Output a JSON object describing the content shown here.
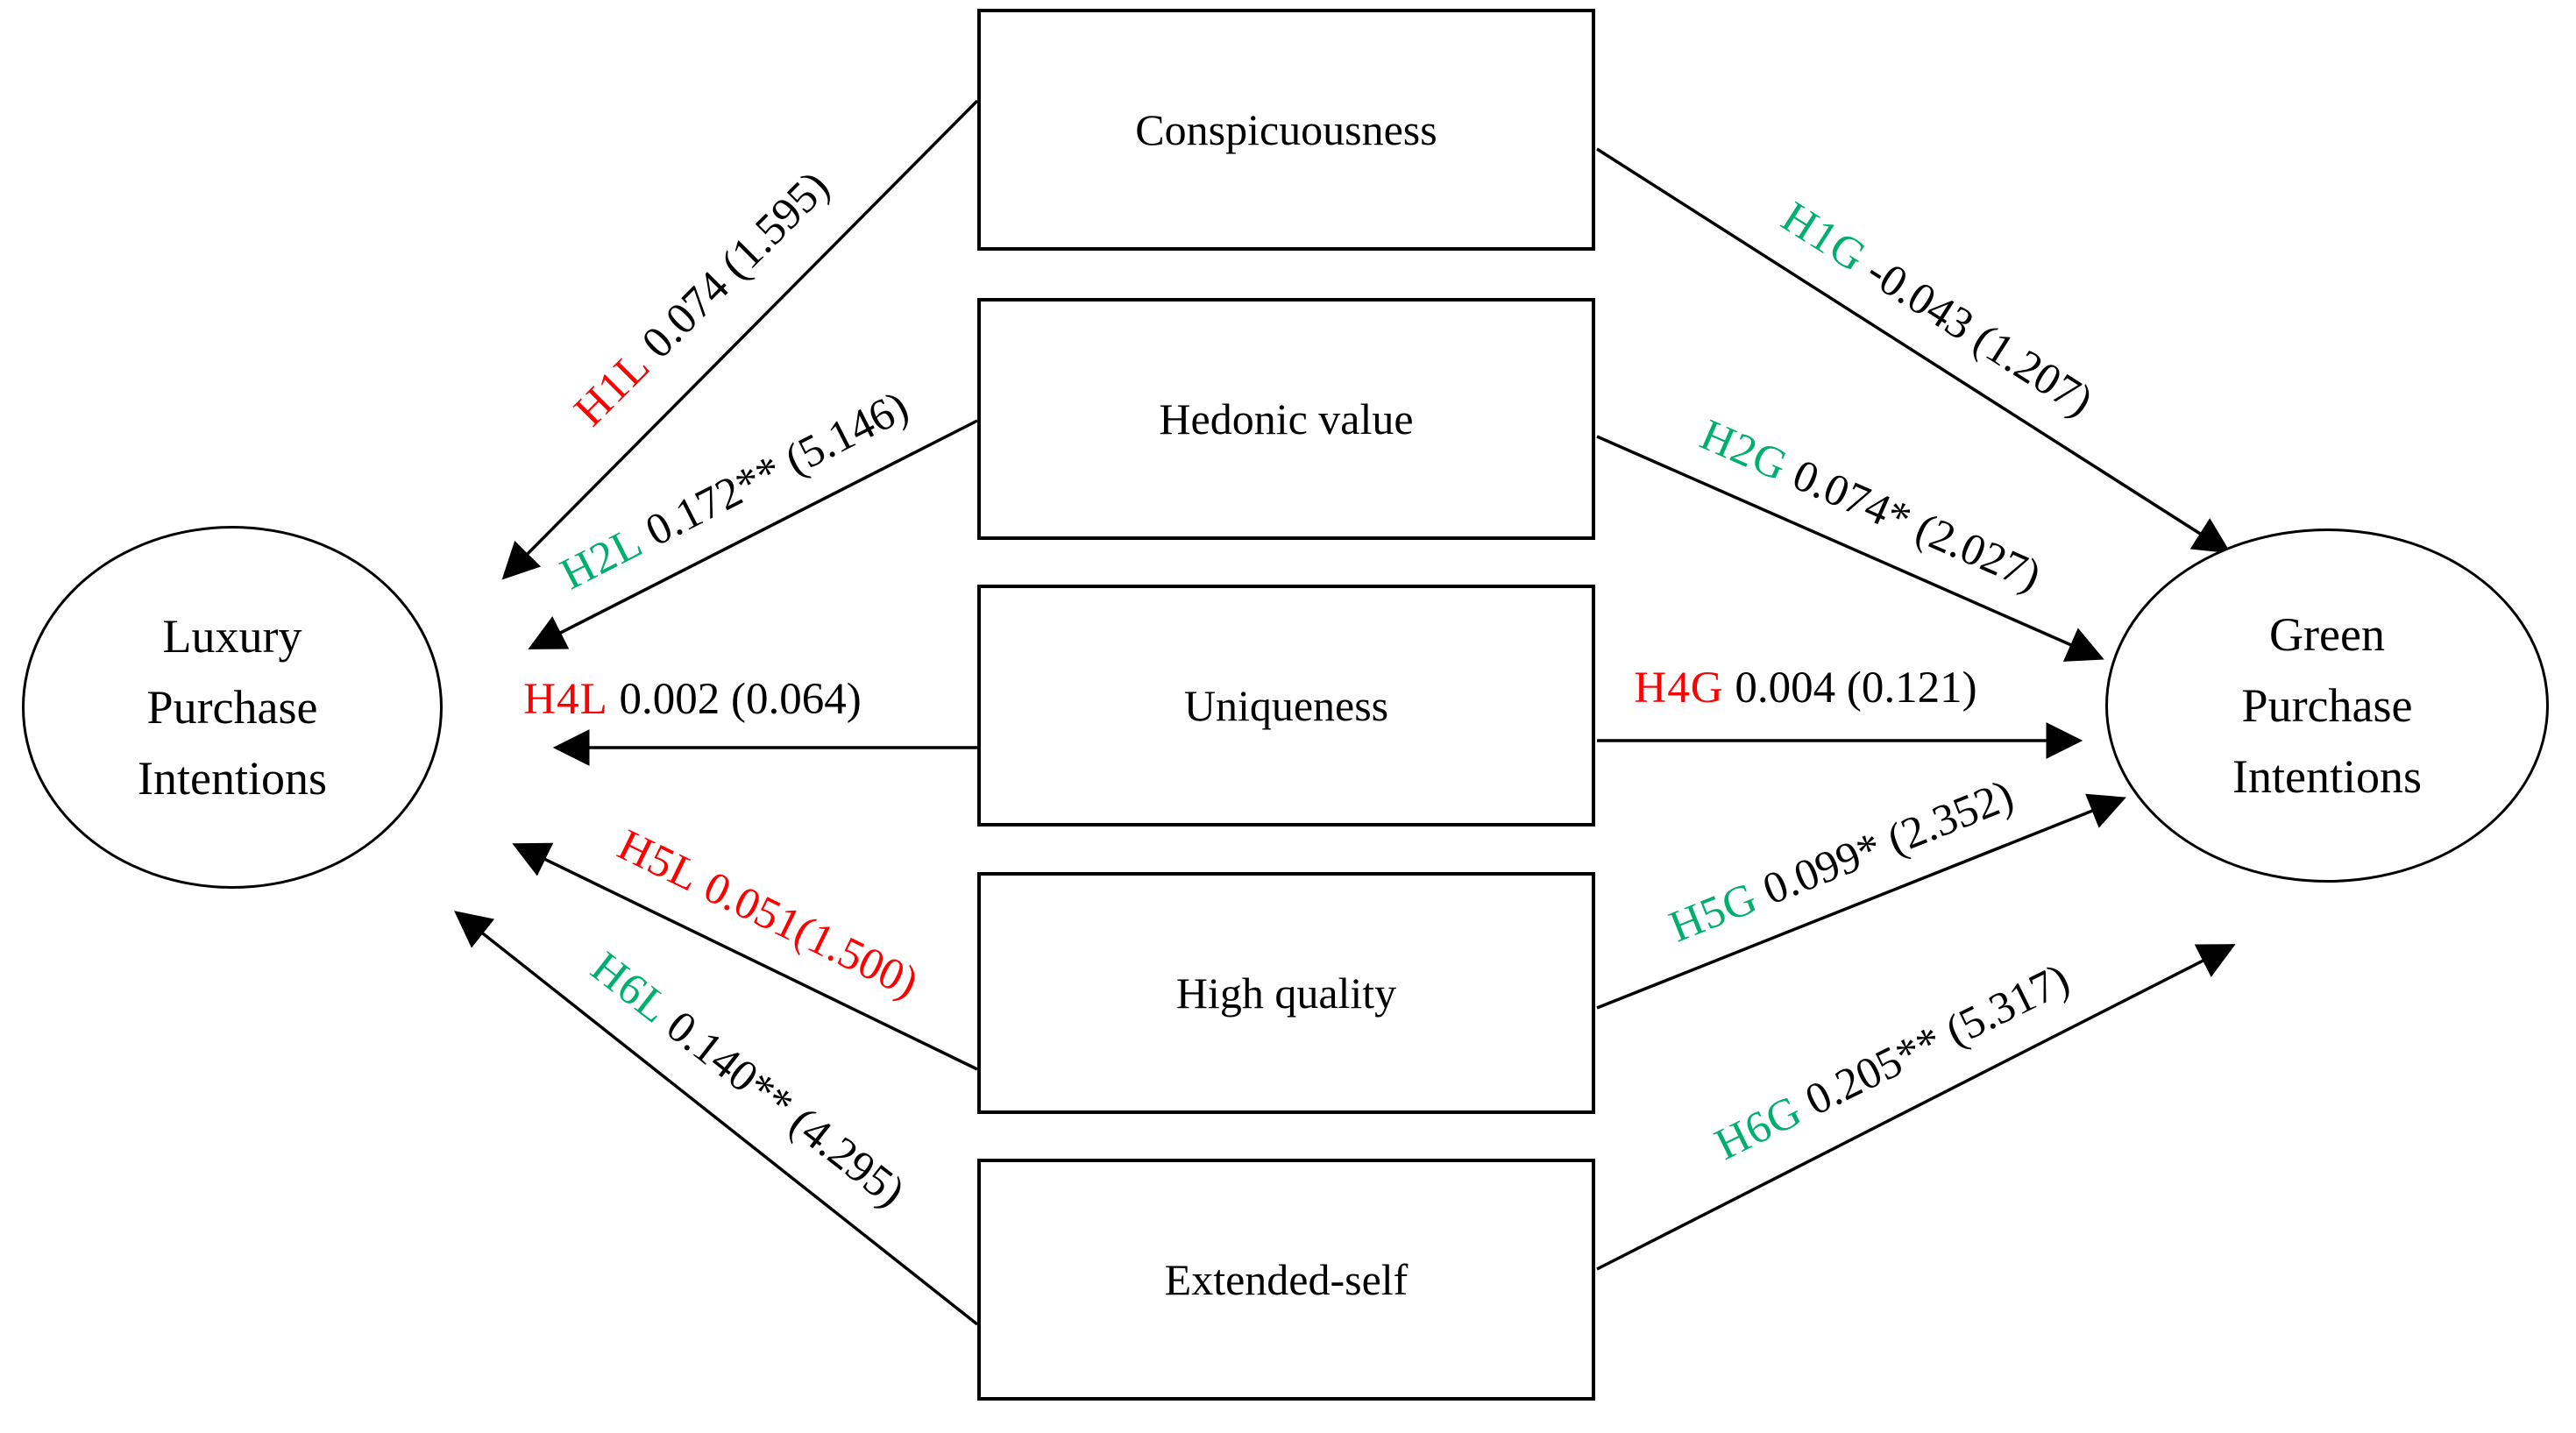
{
  "diagram": {
    "left_ellipse": {
      "name": "Luxury Purchase Intentions",
      "lines": [
        "Luxury",
        "Purchase",
        "Intentions"
      ]
    },
    "right_ellipse": {
      "name": "Green Purchase Intentions",
      "lines": [
        "Green",
        "Purchase",
        "Intentions"
      ]
    },
    "boxes": [
      {
        "label": "Conspicuousness"
      },
      {
        "label": "Hedonic value"
      },
      {
        "label": "Uniqueness"
      },
      {
        "label": "High quality"
      },
      {
        "label": "Extended-self"
      }
    ],
    "colors": {
      "supported_green": "#00AE6E",
      "rejected_red": "#FF0000",
      "line_black": "#000000"
    },
    "paths": [
      {
        "code": "H1L",
        "value": "0.074 (1.595)",
        "code_color": "#FF0000",
        "value_color": "#000000",
        "from": "Conspicuousness",
        "to": "Luxury Purchase Intentions"
      },
      {
        "code": "H2L",
        "value": "0.172** (5.146)",
        "code_color": "#00AE6E",
        "value_color": "#000000",
        "from": "Hedonic value",
        "to": "Luxury Purchase Intentions"
      },
      {
        "code": "H4L",
        "value": "0.002 (0.064)",
        "code_color": "#FF0000",
        "value_color": "#000000",
        "from": "Uniqueness",
        "to": "Luxury Purchase Intentions"
      },
      {
        "code": "H5L",
        "value": "0.051(1.500)",
        "code_color": "#FF0000",
        "value_color": "#FF0000",
        "from": "High quality",
        "to": "Luxury Purchase Intentions"
      },
      {
        "code": "H6L",
        "value": "0.140** (4.295)",
        "code_color": "#00AE6E",
        "value_color": "#000000",
        "from": "Extended-self",
        "to": "Luxury Purchase Intentions"
      },
      {
        "code": "H1G",
        "value": "-0.043 (1.207)",
        "code_color": "#00AE6E",
        "value_color": "#000000",
        "from": "Conspicuousness",
        "to": "Green Purchase Intentions"
      },
      {
        "code": "H2G",
        "value": "0.074* (2.027)",
        "code_color": "#00AE6E",
        "value_color": "#000000",
        "from": "Hedonic value",
        "to": "Green Purchase Intentions"
      },
      {
        "code": "H4G",
        "value": "0.004 (0.121)",
        "code_color": "#FF0000",
        "value_color": "#000000",
        "from": "Uniqueness",
        "to": "Green Purchase Intentions"
      },
      {
        "code": "H5G",
        "value": "0.099* (2.352)",
        "code_color": "#00AE6E",
        "value_color": "#000000",
        "from": "High quality",
        "to": "Green Purchase Intentions"
      },
      {
        "code": "H6G",
        "value": "0.205** (5.317)",
        "code_color": "#00AE6E",
        "value_color": "#000000",
        "from": "Extended-self",
        "to": "Green Purchase Intentions"
      }
    ]
  }
}
